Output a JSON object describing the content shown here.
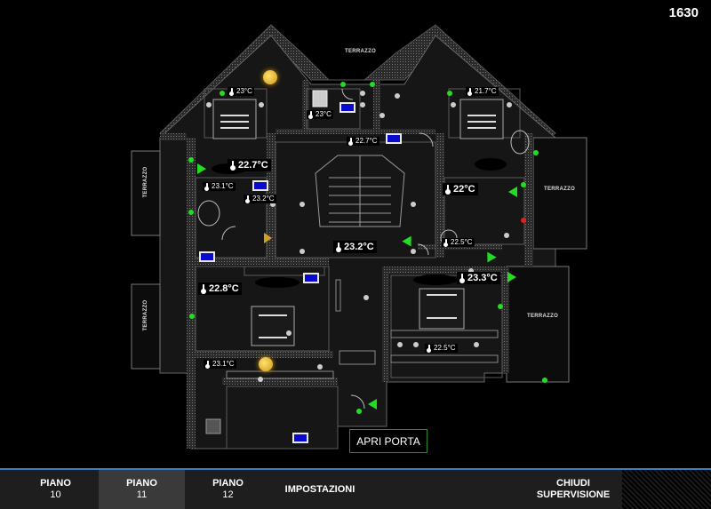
{
  "clock": "1630",
  "rooms": {
    "terrazzo_top": "TERRAZZO",
    "terrazzo_left_top": "TERRAZZO",
    "terrazzo_left_bottom": "TERRAZZO",
    "terrazzo_right_top": "TERRAZZO",
    "terrazzo_right_bottom": "TERRAZZO"
  },
  "temperatures": {
    "t1": "23°C",
    "t2": "21.7°C",
    "t3": "23°C",
    "t4": "22.7°C",
    "t5": "22.7°C",
    "t6": "23.1°C",
    "t7": "23.2°C",
    "t8": "22°C",
    "t9": "23.2°C",
    "t10": "22.5°C",
    "t11": "22.8°C",
    "t12": "23.3°C",
    "t13": "22.5°C",
    "t14": "23.1°C"
  },
  "open_door_button": "APRI PORTA",
  "bottom_bar": {
    "tabs": [
      {
        "label": "PIANO",
        "num": "10"
      },
      {
        "label": "PIANO",
        "num": "11"
      },
      {
        "label": "PIANO",
        "num": "12"
      }
    ],
    "settings": "IMPOSTAZIONI",
    "close_line1": "CHIUDI",
    "close_line2": "SUPERVISIONE"
  },
  "colors": {
    "accent": "#3a7fc0",
    "sensor": "#22dd22",
    "alarm": "#e02020",
    "tv_screen": "#0a0acc",
    "lamp": "#e0b030"
  }
}
